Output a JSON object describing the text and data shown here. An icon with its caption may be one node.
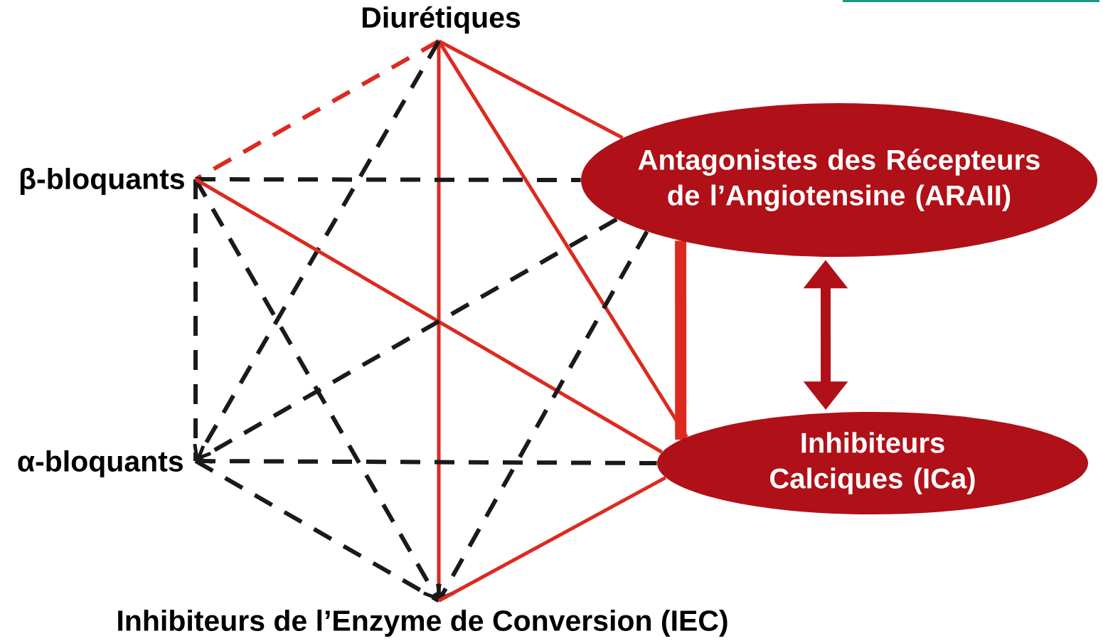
{
  "diagram": {
    "nodes": [
      {
        "text": [
          "Diurétiques"
        ]
      },
      {
        "text": [
          "β-bloquants"
        ]
      },
      {
        "text": [
          "α-bloquants"
        ]
      },
      {
        "text": [
          "Inhibiteurs de l’Enzyme de Conversion (IEC)"
        ]
      },
      {
        "text": [
          "Antagonistes des Récepteurs de l’Angiotensine (ARAII)"
        ]
      },
      {
        "text": [
          "Inhibiteurs Calciques (ICa)"
        ]
      }
    ],
    "edges": [
      {
        "from": 0,
        "to": 1,
        "arrow": "none",
        "style": "dashed",
        "color": "#dc2a20"
      },
      {
        "from": 0,
        "to": 4,
        "arrow": "none",
        "color": "#dc2a20"
      },
      {
        "from": 0,
        "to": 3,
        "arrow": "none",
        "color": "#dc2a20"
      },
      {
        "from": 0,
        "to": 5,
        "arrow": "none",
        "color": "#dc2a20"
      },
      {
        "from": 0,
        "to": 2,
        "arrow": "to",
        "style": "dashed",
        "color": "#1a1a1a"
      },
      {
        "from": 1,
        "to": 4,
        "arrow": "none",
        "style": "dashed",
        "color": "#1a1a1a"
      },
      {
        "from": 1,
        "to": 2,
        "arrow": "none",
        "style": "dashed",
        "color": "#1a1a1a"
      },
      {
        "from": 1,
        "to": 3,
        "arrow": "to",
        "style": "dashed",
        "color": "#1a1a1a"
      },
      {
        "from": 1,
        "to": 5,
        "arrow": "none",
        "color": "#dc2a20"
      },
      {
        "from": 4,
        "to": 2,
        "arrow": "to",
        "style": "dashed",
        "color": "#1a1a1a"
      },
      {
        "from": 2,
        "to": 5,
        "arrow": "none",
        "style": "dashed",
        "color": "#1a1a1a"
      },
      {
        "from": 2,
        "to": 3,
        "arrow": "none",
        "style": "dashed",
        "color": "#1a1a1a"
      },
      {
        "from": 4,
        "to": 3,
        "arrow": "to",
        "style": "dashed",
        "color": "#1a1a1a"
      },
      {
        "from": 3,
        "to": 5,
        "arrow": "none",
        "color": "#dc2a20"
      },
      {
        "from": 4,
        "to": 5,
        "arrow": "none",
        "style": "thick",
        "color": "#dc2a20"
      },
      {
        "from": 4,
        "to": 5,
        "arrow": "both",
        "style": "thick",
        "color": "#b01018"
      }
    ]
  }
}
